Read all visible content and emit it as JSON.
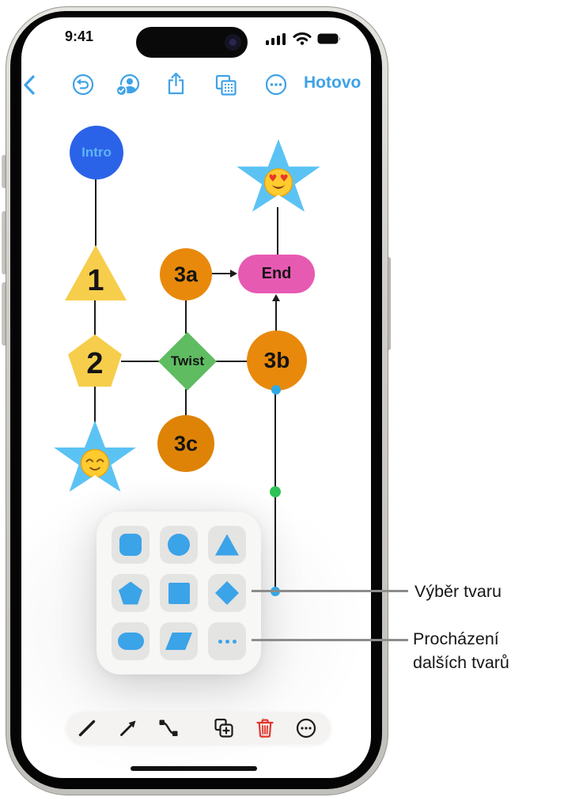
{
  "device": {
    "time": "9:41",
    "status_icons": [
      "signal-icon",
      "wifi-icon",
      "battery-icon"
    ]
  },
  "top_toolbar": {
    "done_label": "Hotovo",
    "icons": [
      "back-icon",
      "undo-icon",
      "collaborate-icon",
      "share-icon",
      "copy-grid-icon",
      "more-icon"
    ]
  },
  "diagram": {
    "nodes": {
      "intro": {
        "label": "Intro",
        "shape": "circle",
        "color": "#2b63e8"
      },
      "step1": {
        "label": "1",
        "shape": "triangle",
        "color": "#f6ce4b"
      },
      "step2": {
        "label": "2",
        "shape": "pentagon",
        "color": "#f6ce4b"
      },
      "a": {
        "label": "3a",
        "shape": "circle",
        "color": "#e8890c"
      },
      "twist": {
        "label": "Twist",
        "shape": "diamond",
        "color": "#5fbc61"
      },
      "b": {
        "label": "3b",
        "shape": "circle",
        "color": "#e8890c"
      },
      "c": {
        "label": "3c",
        "shape": "circle",
        "color": "#de8306"
      },
      "end": {
        "label": "End",
        "shape": "pill",
        "color": "#e65ab2"
      },
      "star_top": {
        "emoji": "heart-eyes",
        "shape": "star",
        "color": "#5bc3f4"
      },
      "star_bottom": {
        "emoji": "relieved",
        "shape": "star",
        "color": "#5bc3f4"
      }
    },
    "selected_connector": {
      "handles": [
        "blue-endpoint",
        "green-midpoint",
        "blue-endpoint"
      ]
    }
  },
  "shape_picker": {
    "options": [
      "rounded-square",
      "circle",
      "triangle",
      "pentagon",
      "square",
      "diamond",
      "pill",
      "parallelogram",
      "more-shapes"
    ]
  },
  "callouts": {
    "shape_selection": "Výběr tvaru",
    "browse_more": "Procházení dalších tvarů"
  },
  "bottom_toolbar": {
    "icons": [
      "line-icon",
      "arrow-icon",
      "connector-icon",
      "duplicate-icon",
      "delete-icon",
      "more-icon"
    ]
  },
  "colors": {
    "accent_blue": "#3ea2e8",
    "picker_blue": "#3ba3e8",
    "delete_red": "#e5352b",
    "handle_blue": "#2fa9e6",
    "handle_green": "#2fc257"
  }
}
